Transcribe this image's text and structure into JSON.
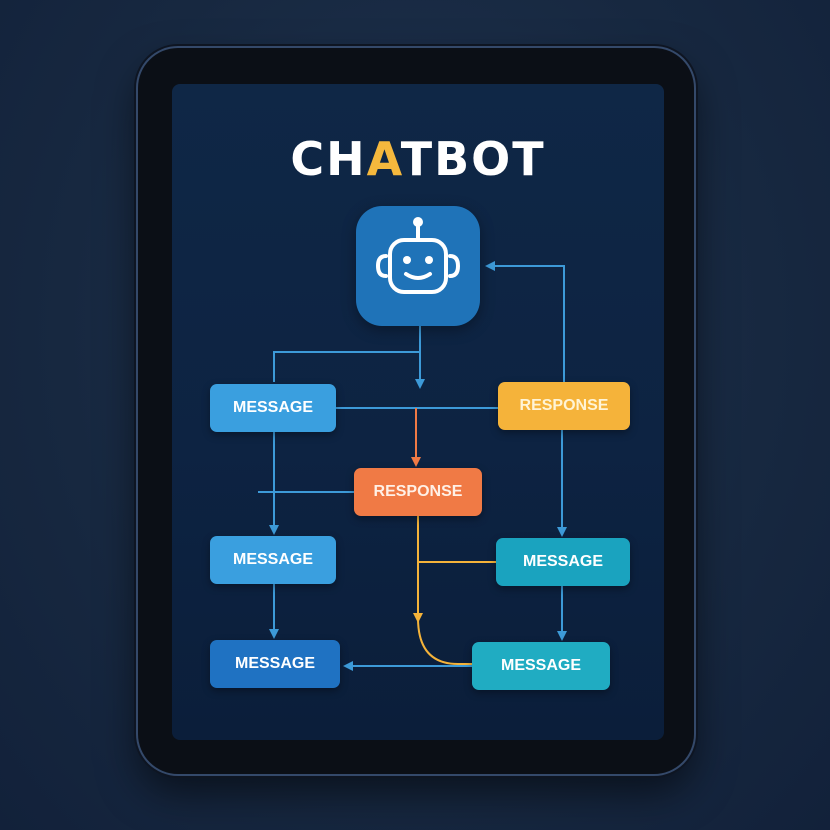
{
  "title": {
    "before": "CH",
    "accent": "A",
    "after": "TBOT"
  },
  "bot": {
    "icon": "robot-icon"
  },
  "nodes": {
    "message_1": "MESSAGE",
    "response_1": "RESPONSE",
    "response_2": "RESPONSE",
    "message_2": "MESSAGE",
    "message_3": "MESSAGE",
    "message_4": "MESSAGE",
    "message_5": "MESSAGE"
  },
  "colors": {
    "background": "#172840",
    "screen": "#0f2746",
    "bot_tile": "#1f73b8",
    "message_blue": "#3a9fdf",
    "message_dark_blue": "#1f72c2",
    "message_teal": "#1aa3bf",
    "response_yellow": "#f5b33a",
    "response_orange": "#f07a45",
    "wire_blue": "#3d9ad8",
    "wire_orange": "#f07a45",
    "wire_yellow": "#f5b33a"
  }
}
